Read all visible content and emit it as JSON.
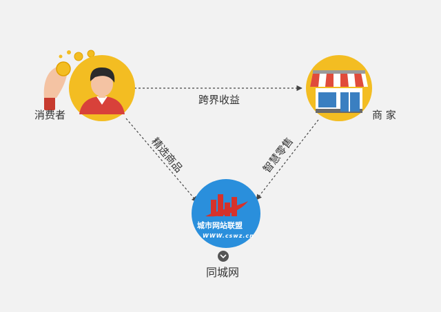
{
  "nodes": {
    "consumer": {
      "label": "消费者"
    },
    "merchant": {
      "label": "商 家"
    },
    "platform": {
      "label": "同城网",
      "logo_text_cn": "城市网站联盟",
      "logo_text_url": "WWW.cswz.cn"
    }
  },
  "edges": {
    "consumer_to_merchant": "跨界收益",
    "consumer_to_platform": "精选商品",
    "merchant_to_platform": "智慧零售"
  },
  "colors": {
    "background": "#f2f2f2",
    "node_yellow": "#f3bd22",
    "platform_blue": "#2a8fdc",
    "logo_red": "#d6322b",
    "shirt_red": "#d8413a",
    "awning_red": "#e04b3b",
    "arrow": "#444444"
  }
}
